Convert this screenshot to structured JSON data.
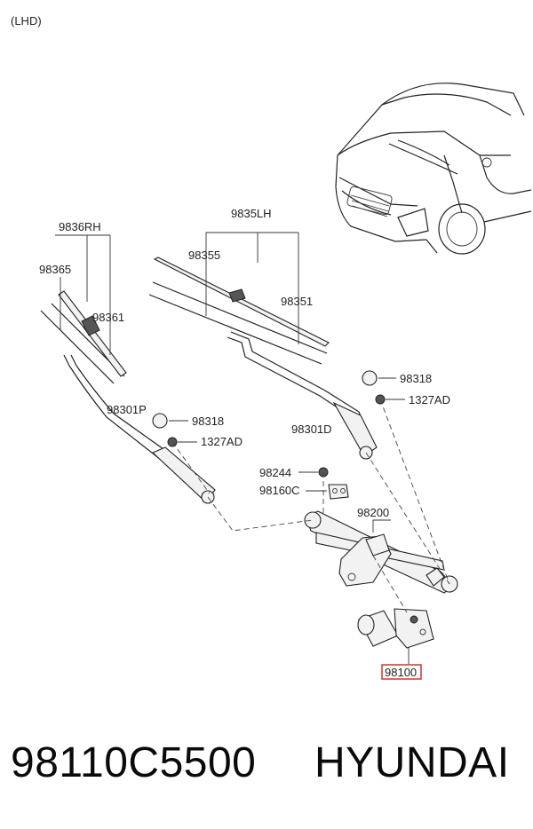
{
  "diagram": {
    "variant_label": "(LHD)",
    "callouts": {
      "rh_arm_assy": "9836RH",
      "rh_blade": "98365",
      "rh_insert": "98361",
      "lh_arm_assy": "9835LH",
      "lh_blade": "98355",
      "lh_insert": "98351",
      "arm_p": "98301P",
      "cap_left": "98318",
      "nut_left": "1327AD",
      "arm_d": "98301D",
      "cap_right": "98318",
      "nut_right": "1327AD",
      "nut_link": "98244",
      "bracket": "98160C",
      "linkage": "98200",
      "motor": "98100"
    },
    "highlighted_part": "98100",
    "highlight_color": "#d22222"
  },
  "caption": {
    "part_number": "98110C5500",
    "brand": "HYUNDAI"
  }
}
